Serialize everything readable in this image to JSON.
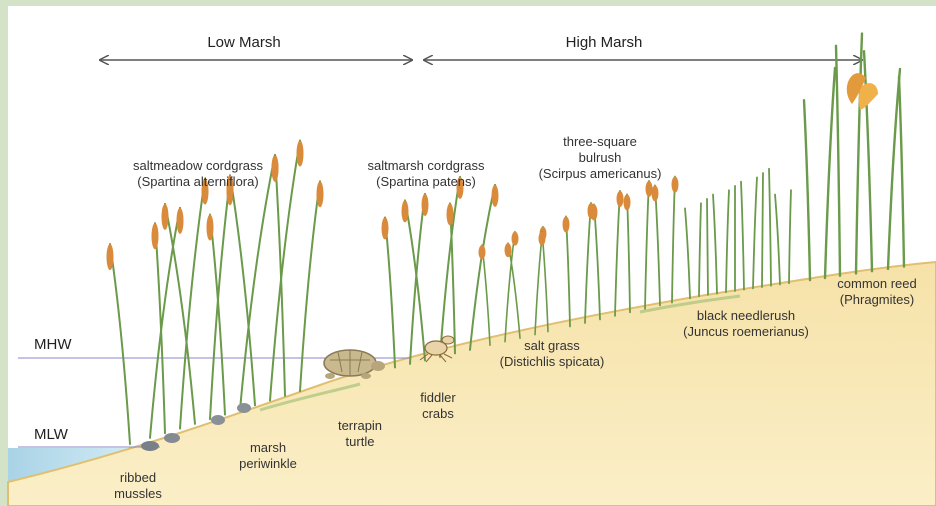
{
  "zones": {
    "low": "Low Marsh",
    "high": "High Marsh"
  },
  "water_levels": {
    "mhw": "MHW",
    "mlw": "MLW"
  },
  "plants": {
    "saltmeadow": {
      "name": "saltmeadow cordgrass",
      "latin": "(Spartina alterniflora)"
    },
    "saltmarsh": {
      "name": "saltmarsh cordgrass",
      "latin": "(Spartina patens)"
    },
    "bulrush": {
      "name_1": "three-square",
      "name_2": "bulrush",
      "latin": "(Scirpus americanus)"
    },
    "salt_grass": {
      "name": "salt grass",
      "latin": "(Distichlis spicata)"
    },
    "needlerush": {
      "name": "black needlerush",
      "latin": "(Juncus roemerianus)"
    },
    "reed": {
      "name": "common reed",
      "latin": "(Phragmites)"
    }
  },
  "animals": {
    "mussels": {
      "line1": "ribbed",
      "line2": "mussles"
    },
    "periwinkle": {
      "line1": "marsh",
      "line2": "periwinkle"
    },
    "terrapin": {
      "line1": "terrapin",
      "line2": "turtle"
    },
    "crabs": {
      "line1": "fiddler",
      "line2": "crabs"
    }
  },
  "colors": {
    "frame": "#d4e3c8",
    "sand": "#f4dc9e",
    "sand_edge": "#ddb866",
    "water": "#bfe0ee",
    "grass": "#6a9a4a",
    "seed": "#d98a3a",
    "line": "#8c86c9"
  }
}
